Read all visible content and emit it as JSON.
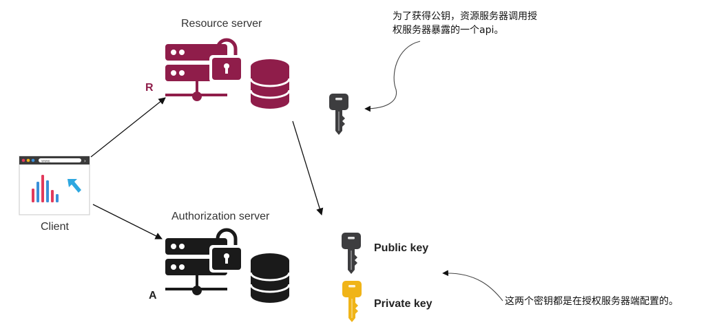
{
  "resource_server": {
    "title": "Resource server",
    "letter": "R",
    "color": "#8f1d4a"
  },
  "authorization_server": {
    "title": "Authorization server",
    "letter": "A",
    "color": "#1a1a1a"
  },
  "client": {
    "label": "Client",
    "url_text": "www."
  },
  "keys": {
    "public": {
      "label": "Public key",
      "color": "#3d3d3f"
    },
    "private": {
      "label": "Private key",
      "color": "#f0b418"
    }
  },
  "notes": {
    "top": "为了获得公钥，资源服务器调用授权服务器暴露的一个api。",
    "bottom": "这两个密钥都是在授权服务器端配置的。"
  },
  "client_chart": {
    "bars": [
      {
        "value": 0.5,
        "color": "#e23a5b"
      },
      {
        "value": 0.75,
        "color": "#3a8fd8"
      },
      {
        "value": 1.0,
        "color": "#e23a5b"
      },
      {
        "value": 0.8,
        "color": "#3a8fd8"
      },
      {
        "value": 0.45,
        "color": "#e23a5b"
      },
      {
        "value": 0.3,
        "color": "#3a8fd8"
      }
    ],
    "cursor_color": "#2ea7e0"
  }
}
